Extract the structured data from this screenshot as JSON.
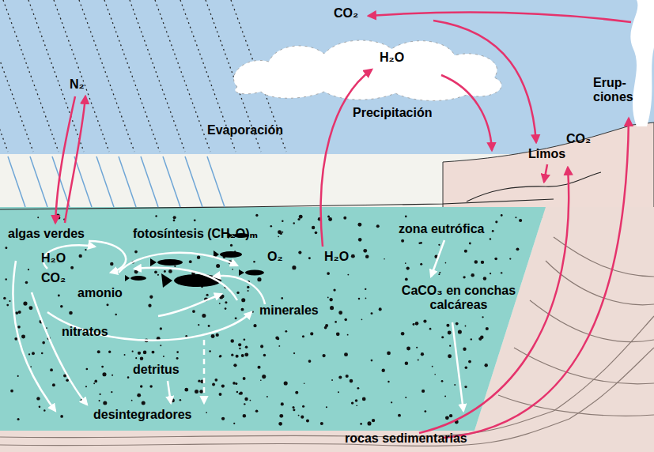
{
  "diagram": {
    "labels": [
      "CO₂",
      "H₂O",
      "Erup- ciones",
      "N₂",
      "Evaporación",
      "Precipitación",
      "CO₂",
      "Limos",
      "algas verdes",
      "fotosíntesis (CH₂O)ₘ",
      "zona eutrófica",
      "H₂O",
      "O₂",
      "H₂O",
      "CO₂",
      "amonio",
      "minerales",
      "CaCO₃ en conchas calcáreas",
      "nitratos",
      "detritus",
      "desintegradores",
      "rocas sedimentarias"
    ]
  }
}
